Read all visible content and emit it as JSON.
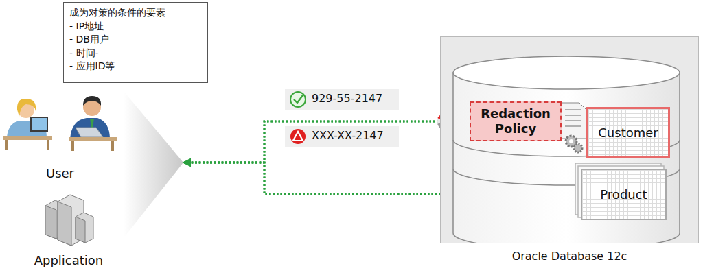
{
  "diagram": {
    "nodes": [
      {
        "text": [
          "成为对策的条件的要素",
          "- IP地址",
          "- DB用户",
          "- 时间-",
          "- 应用ID等"
        ]
      },
      {
        "text": [
          "User"
        ]
      },
      {
        "text": [
          "Application"
        ]
      },
      {
        "text": [
          "Oracle Database 12c"
        ]
      },
      {
        "text": [
          "Redaction Policy"
        ],
        "in": 3
      },
      {
        "text": [
          "Customer"
        ],
        "in": 3
      },
      {
        "text": [
          "Product"
        ],
        "in": 3
      }
    ],
    "edges": [
      {
        "from": 4,
        "to": 1,
        "arrow": "to"
      },
      {
        "from": 4,
        "to": 2,
        "arrow": "to"
      },
      {
        "from": 1,
        "to": 6,
        "arrow": "to"
      },
      {
        "from": 2,
        "to": 6,
        "arrow": "to"
      }
    ],
    "labels": [
      "929-55-2147",
      "XXX-XX-2147"
    ]
  }
}
